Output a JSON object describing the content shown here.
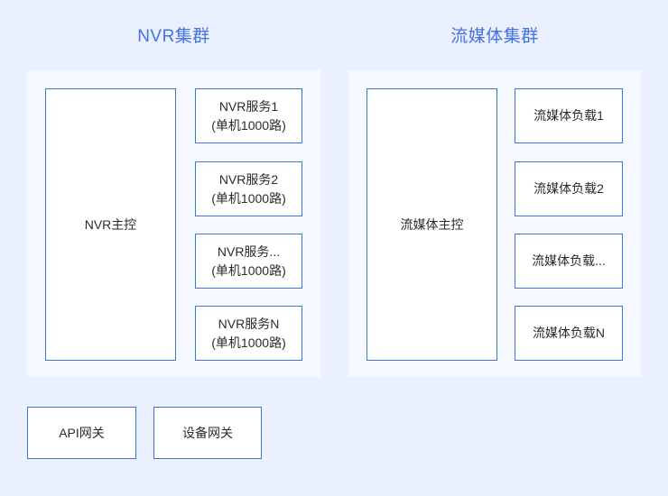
{
  "theme": {
    "page_background": "#eaf0fd",
    "panel_background": "#f5f8ff",
    "box_background": "#ffffff",
    "box_border": "#4274d8",
    "title_color": "#4472e4",
    "text_color": "#2b2b2b"
  },
  "diagram": {
    "clusters": [
      {
        "title": "NVR集群",
        "master": {
          "label": "NVR主控"
        },
        "nodes": [
          {
            "line1": "NVR服务1",
            "line2": "(单机1000路)"
          },
          {
            "line1": "NVR服务2",
            "line2": "(单机1000路)"
          },
          {
            "line1": "NVR服务...",
            "line2": "(单机1000路)"
          },
          {
            "line1": "NVR服务N",
            "line2": "(单机1000路)"
          }
        ]
      },
      {
        "title": "流媒体集群",
        "master": {
          "label": "流媒体主控"
        },
        "nodes": [
          {
            "line1": "流媒体负载1",
            "line2": ""
          },
          {
            "line1": "流媒体负载2",
            "line2": ""
          },
          {
            "line1": "流媒体负载...",
            "line2": ""
          },
          {
            "line1": "流媒体负载N",
            "line2": ""
          }
        ]
      }
    ],
    "gateways": [
      {
        "label": "API网关"
      },
      {
        "label": "设备网关"
      }
    ]
  }
}
